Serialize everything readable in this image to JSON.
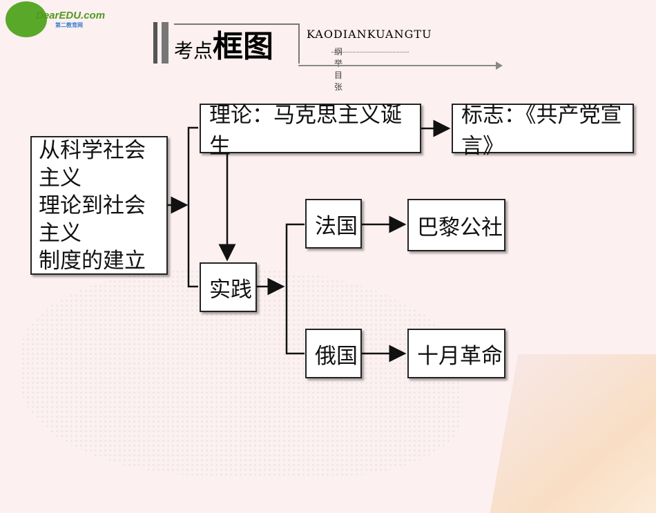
{
  "logo": {
    "brand": "DearEDU.com",
    "sub": "第二教育网"
  },
  "header": {
    "title_small": "考点",
    "title_big": "框图",
    "pinyin": "KAODIANKUANGTU",
    "subtitle": "纲举目张"
  },
  "diagram": {
    "main": [
      "从科学社会主义",
      "理论到社会主义",
      "制度的建立"
    ],
    "theory": "理论：马克思主义诞生",
    "sign": "标志：《共产党宣言》",
    "practice": "实践",
    "france": "法国",
    "paris_commune": "巴黎公社",
    "russia": "俄国",
    "october_revolution": "十月革命"
  }
}
